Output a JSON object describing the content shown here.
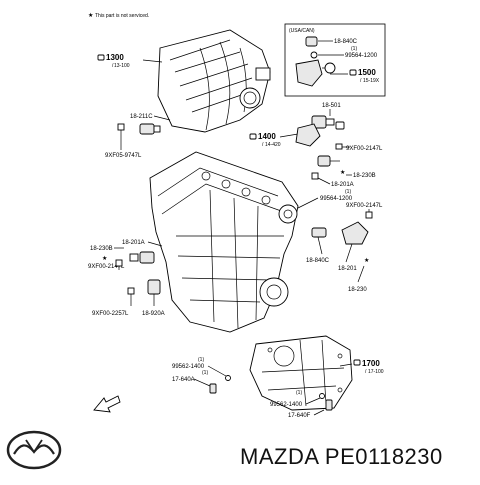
{
  "notice": {
    "symbol": "★",
    "text": "This part is not serviced."
  },
  "market_box": {
    "label": "(USA/CAN)"
  },
  "callouts": {
    "c1300": {
      "code": "1300",
      "sub": "13-100"
    },
    "c1400": {
      "code": "1400",
      "sub": "14-420"
    },
    "c1500": {
      "code": "1500",
      "sub": "15-19X"
    },
    "c1700": {
      "code": "1700",
      "sub": "17-100"
    }
  },
  "labels": {
    "l18840c_top": "18-840C",
    "qty1_a": "(1)",
    "l99564_1200_top": "99564-1200",
    "l18501": "18-501",
    "l18211c": "18-211C",
    "l9xf05_9747l": "9XF05-9747L",
    "l9xf00_2147l_a": "9XF00-2147L",
    "l18230b_r": "18-230B",
    "l18201a_r": "18-201A",
    "l99564_1200_mid": "99564-1200",
    "qty1_b": "(1)",
    "l9xf00_2147l_b": "9XF00-2147L",
    "l18840c_mid": "18-840C",
    "l18201": "18-201",
    "l18230": "18-230",
    "l18230b_l": "18-230B",
    "l18201a_l": "18-201A",
    "l9xf00_2147l_c": "9XF00-2147L",
    "l9xf00_2257l": "9XF00-2257L",
    "l18920a": "18-920A",
    "qty1_c": "(1)",
    "l99562_1400_a": "99562-1400",
    "l17640a": "17-640A",
    "qty1_d": "(1)",
    "l99562_1400_b": "99562-1400",
    "l17640f": "17-640F",
    "qty1_e": "(1)"
  },
  "footer": {
    "brand_part": "MAZDA PE0118230"
  },
  "icons": {
    "logo": "mazda-logo-icon",
    "front_arrow": "front-arrow-icon",
    "star": "not-serviced-star-icon"
  }
}
